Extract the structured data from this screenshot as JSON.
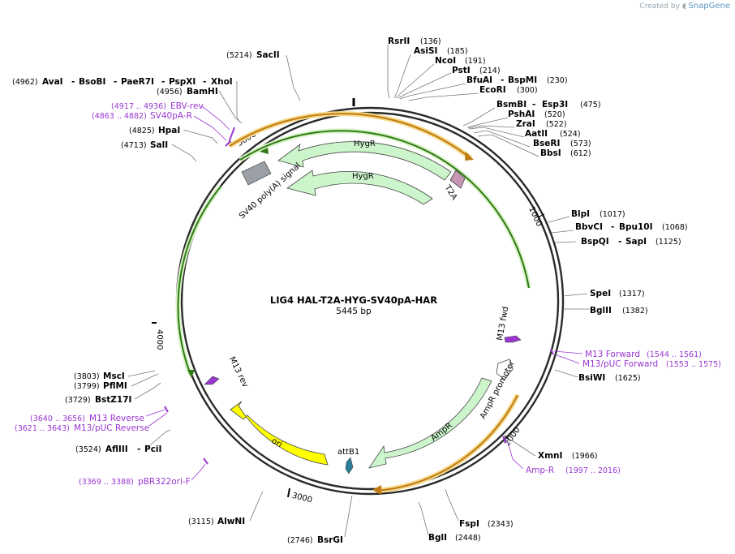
{
  "header": {
    "created_by": "Created by",
    "brand": "SnapGene"
  },
  "plasmid": {
    "name": "LIG4 HAL-T2A-HYG-SV40pA-HAR",
    "size": "5445 bp"
  },
  "ticks": [
    "1000",
    "2000",
    "3000",
    "4000",
    "5000"
  ],
  "sites": [
    {
      "name": "RsrII",
      "pos": "(136)"
    },
    {
      "name": "AsiSI",
      "pos": "(185)"
    },
    {
      "name": "NcoI",
      "pos": "(191)"
    },
    {
      "name": "PstI",
      "pos": "(214)"
    },
    {
      "name": "BfuAI",
      "name2": "BspMI",
      "pos": "(230)"
    },
    {
      "name": "EcoRI",
      "pos": "(300)"
    },
    {
      "name": "BsmBI",
      "name2": "Esp3I",
      "pos": "(475)"
    },
    {
      "name": "PshAI",
      "pos": "(520)"
    },
    {
      "name": "ZraI",
      "pos": "(522)"
    },
    {
      "name": "AatII",
      "pos": "(524)"
    },
    {
      "name": "BseRI",
      "pos": "(573)"
    },
    {
      "name": "BbsI",
      "pos": "(612)"
    },
    {
      "name": "BlpI",
      "pos": "(1017)"
    },
    {
      "name": "BbvCI",
      "name2": "Bpu10I",
      "pos": "(1068)"
    },
    {
      "name": "BspQI",
      "name2": "SapI",
      "pos": "(1125)"
    },
    {
      "name": "SpeI",
      "pos": "(1317)"
    },
    {
      "name": "BglII",
      "pos": "(1382)"
    },
    {
      "name": "BsiWI",
      "pos": "(1625)"
    },
    {
      "name": "XmnI",
      "pos": "(1966)"
    },
    {
      "name": "FspI",
      "pos": "(2343)"
    },
    {
      "name": "BglI",
      "pos": "(2448)"
    },
    {
      "name": "BsrGI",
      "pos": "(2746)"
    },
    {
      "name": "AlwNI",
      "pos": "(3115)"
    },
    {
      "name": "AflIII",
      "name2": "PciI",
      "pos": "(3524)"
    },
    {
      "name": "BstZ17I",
      "pos": "(3729)"
    },
    {
      "name": "PflMI",
      "pos": "(3799)"
    },
    {
      "name": "MscI",
      "pos": "(3803)"
    },
    {
      "name": "SalI",
      "pos": "(4713)"
    },
    {
      "name": "HpaI",
      "pos": "(4825)"
    },
    {
      "name": "BamHI",
      "pos": "(4956)"
    },
    {
      "name": "AvaI",
      "name2": "BsoBI",
      "name3": "PaeR7I",
      "name4": "PspXI",
      "name5": "XhoI",
      "pos": "(4962)"
    },
    {
      "name": "SacII",
      "pos": "(5214)"
    }
  ],
  "primers": [
    {
      "name": "EBV-rev",
      "range": "(4917 .. 4936)"
    },
    {
      "name": "SV40pA-R",
      "range": "(4863 .. 4882)"
    },
    {
      "name": "M13 Forward",
      "range": "(1544 .. 1561)"
    },
    {
      "name": "M13/pUC Forward",
      "range": "(1553 .. 1575)"
    },
    {
      "name": "Amp-R",
      "range": "(1997 .. 2016)"
    },
    {
      "name": "M13 Reverse",
      "range": "(3640 .. 3656)"
    },
    {
      "name": "M13/pUC Reverse",
      "range": "(3621 .. 3643)"
    },
    {
      "name": "pBR322ori-F",
      "range": "(3369 .. 3388)"
    }
  ],
  "features": {
    "hygr_outer": "HygR",
    "hygr_inner": "HygR",
    "t2a": "T2A",
    "sv40": "SV40 poly(A) signal",
    "m13fwd": "M13 fwd",
    "m13rev": "M13 rev",
    "amppromoter": "AmpR promoter",
    "ampr": "AmpR",
    "ori": "ori",
    "attb1": "attB1"
  },
  "colors": {
    "backbone": "#2a2a2a",
    "hygr_fill": "#ccf5cc",
    "hygr_arc": "#2f7a14",
    "orange_arc": "#c07a12",
    "orange_glow": "#f6d98a",
    "ori": "#ffff00",
    "t2a": "#c796b4",
    "sv40": "#9aa0a6",
    "primer": "#9a37d2",
    "attb1": "#2a7f9a"
  }
}
